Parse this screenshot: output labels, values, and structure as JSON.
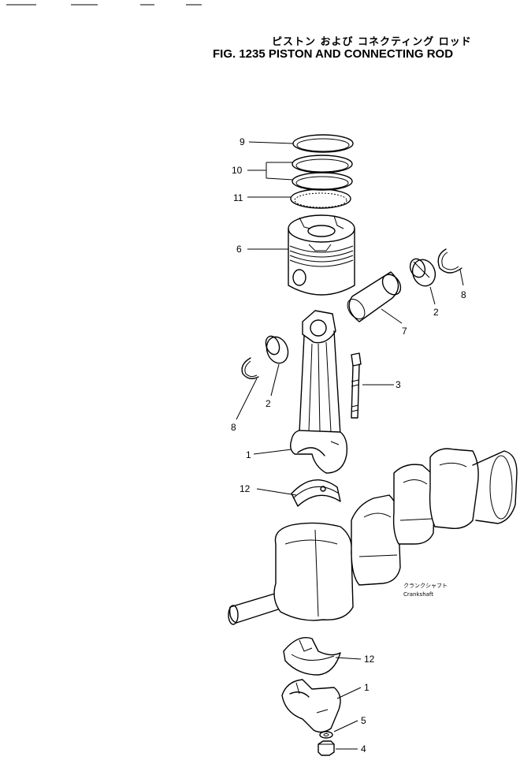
{
  "header": {
    "title_jp": "ピストン および コネクティング ロッド",
    "fig_label": "FIG. 1235",
    "title_en": "PISTON AND CONNECTING ROD"
  },
  "callouts": {
    "c1_upper": "1",
    "c1_lower": "1",
    "c2_left": "2",
    "c2_right": "2",
    "c3": "3",
    "c4": "4",
    "c5": "5",
    "c6": "6",
    "c7": "7",
    "c8_left": "8",
    "c8_right": "8",
    "c9": "9",
    "c10": "10",
    "c11": "11",
    "c12_upper": "12",
    "c12_lower": "12"
  },
  "crankshaft_label": {
    "jp": "クランクシャフト",
    "en": "Crankshaft"
  }
}
